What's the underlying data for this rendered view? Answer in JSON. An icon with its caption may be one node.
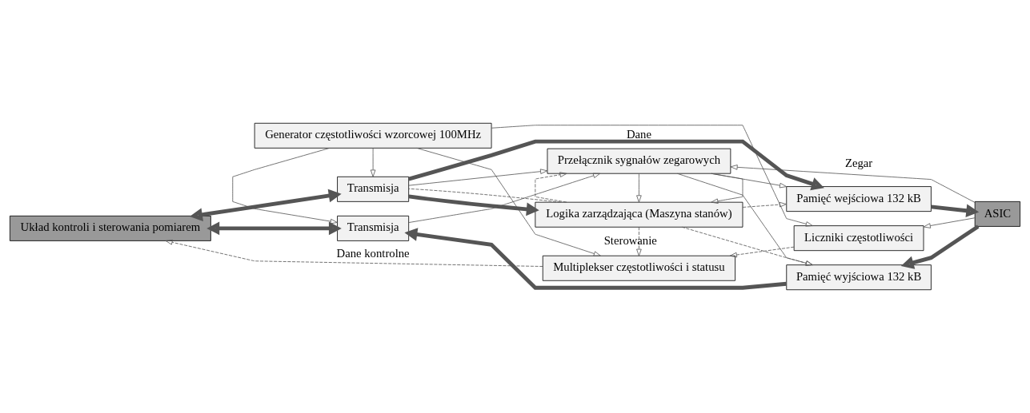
{
  "diagram": {
    "nodes": [
      {
        "text": [
          "Układ kontroli i sterowania pomiarem"
        ]
      },
      {
        "text": [
          "Transmisja"
        ]
      },
      {
        "text": [
          "Transmisja"
        ]
      },
      {
        "text": [
          "Generator częstotliwości wzorcowej 100MHz"
        ]
      },
      {
        "text": [
          "Logika zarządzająca (Maszyna stanów)"
        ]
      },
      {
        "text": [
          "Przełącznik sygnałów zegarowych"
        ]
      },
      {
        "text": [
          "Multiplekser częstotliwości i statusu"
        ]
      },
      {
        "text": [
          "Pamięć wejściowa 132 kB"
        ]
      },
      {
        "text": [
          "Pamięć wyjściowa 132 kB"
        ]
      },
      {
        "text": [
          "Liczniki częstotliwości"
        ]
      },
      {
        "text": [
          "ASIC"
        ]
      }
    ],
    "edges": [
      {
        "from": 0,
        "to": 1,
        "arrow": "both",
        "style": "thick"
      },
      {
        "from": 0,
        "to": 2,
        "arrow": "both",
        "style": "thick"
      },
      {
        "from": 1,
        "to": 7,
        "arrow": "to",
        "style": "thick",
        "label": "Dane"
      },
      {
        "from": 1,
        "to": 4,
        "arrow": "to",
        "style": "thick"
      },
      {
        "from": 8,
        "to": 2,
        "arrow": "to",
        "style": "thick"
      },
      {
        "from": 7,
        "to": 10,
        "arrow": "to",
        "style": "thick"
      },
      {
        "from": 10,
        "to": 8,
        "arrow": "to",
        "style": "thick"
      },
      {
        "from": 3,
        "to": 1,
        "arrow": "to"
      },
      {
        "from": 3,
        "to": 2,
        "arrow": "to"
      },
      {
        "from": 3,
        "to": 6,
        "arrow": "to"
      },
      {
        "from": 3,
        "to": 9,
        "arrow": "to"
      },
      {
        "from": 1,
        "to": 5,
        "arrow": "to"
      },
      {
        "from": 2,
        "to": 5,
        "arrow": "to"
      },
      {
        "from": 5,
        "to": 7,
        "arrow": "to"
      },
      {
        "from": 5,
        "to": 8,
        "arrow": "to"
      },
      {
        "from": 5,
        "to": 4,
        "arrow": "to"
      },
      {
        "from": 5,
        "to": 4,
        "arrow": "to"
      },
      {
        "from": 10,
        "to": 5,
        "arrow": "to",
        "label": "Zegar"
      },
      {
        "from": 10,
        "to": 9,
        "arrow": "to"
      },
      {
        "from": 4,
        "to": 5,
        "arrow": "to",
        "style": "dashed"
      },
      {
        "from": 4,
        "to": 7,
        "arrow": "to",
        "style": "dashed"
      },
      {
        "from": 4,
        "to": 8,
        "arrow": "to",
        "style": "dashed"
      },
      {
        "from": 4,
        "to": 6,
        "arrow": "to",
        "style": "dashed",
        "label": "Sterowanie"
      },
      {
        "from": 4,
        "to": 1,
        "arrow": "none",
        "style": "dashed"
      },
      {
        "from": 9,
        "to": 6,
        "arrow": "to",
        "style": "dashed"
      },
      {
        "from": 6,
        "to": 0,
        "arrow": "to",
        "style": "dashed",
        "label": "Dane kontrolne"
      }
    ]
  }
}
